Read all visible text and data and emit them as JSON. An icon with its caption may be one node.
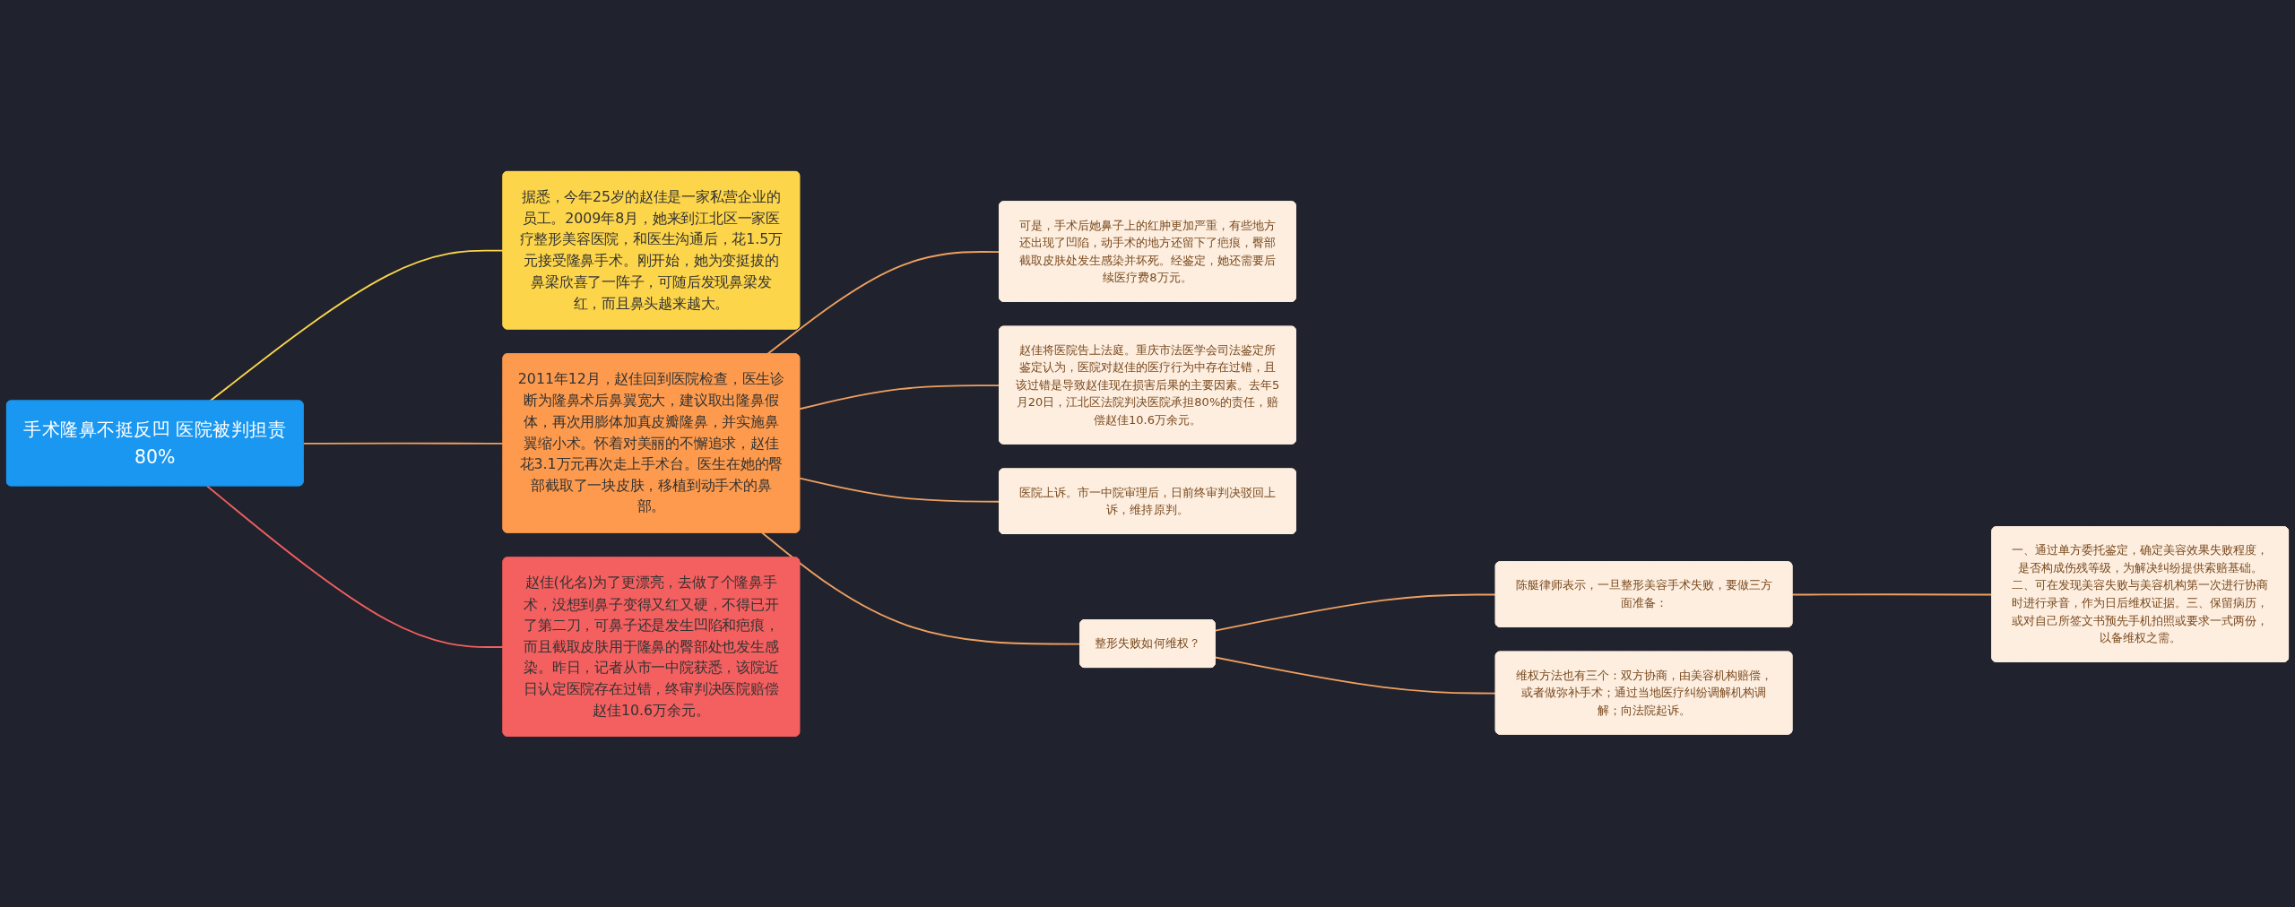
{
  "diagram": {
    "nodes": [
      {
        "text": [
          "手术隆鼻不挺反凹 医院被判担责80%"
        ]
      },
      {
        "text": [
          "据悉，今年25岁的赵佳是一家私营企业的员工。2009年8月，她来到江北区一家医疗整形美容医院，和医生沟通后，花1.5万元接受隆鼻手术。刚开始，她为变挺拔的鼻梁欣喜了一阵子，可随后发现鼻梁发红，而且鼻头越来越大。"
        ]
      },
      {
        "text": [
          "赵佳(化名)为了更漂亮，去做了个隆鼻手术，没想到鼻子变得又红又硬，不得已开了第二刀，可鼻子还是发生凹陷和疤痕，而且截取皮肤用于隆鼻的臀部处也发生感染。昨日，记者从市一中院获悉，该院近日认定医院存在过错，终审判决医院赔偿赵佳10.6万余元。"
        ]
      },
      {
        "text": [
          "2011年12月，赵佳回到医院检查，医生诊断为隆鼻术后鼻翼宽大，建议取出隆鼻假体，再次用膨体加真皮瓣隆鼻，并实施鼻翼缩小术。怀着对美丽的不懈追求，赵佳花3.1万元再次走上手术台。医生在她的臀部截取了一块皮肤，移植到动手术的鼻部。"
        ]
      },
      {
        "text": [
          "可是，手术后她鼻子上的红肿更加严重，有些地方还出现了凹陷，动手术的地方还留下了疤痕，臀部截取皮肤处发生感染并坏死。经鉴定，她还需要后续医疗费8万元。"
        ]
      },
      {
        "text": [
          "赵佳将医院告上法庭。重庆市法医学会司法鉴定所鉴定认为，医院对赵佳的医疗行为中存在过错，且该过错是导致赵佳现在损害后果的主要因素。去年5月20日，江北区法院判决医院承担80%的责任，赔偿赵佳10.6万余元。"
        ]
      },
      {
        "text": [
          "医院上诉。市一中院审理后，日前终审判决驳回上诉，维持原判。"
        ]
      },
      {
        "text": [
          "整形失败如何维权？"
        ]
      },
      {
        "text": [
          "陈艇律师表示，一旦整形美容手术失败，要做三方面准备："
        ]
      },
      {
        "text": [
          "一、通过单方委托鉴定，确定美容效果失败程度，是否构成伤残等级，为解决纠纷提供索赔基础。二、可在发现美容失败与美容机构第一次进行协商时进行录音，作为日后维权证据。三、保留病历，或对自己所签文书预先手机拍照或要求一式两份，以备维权之需。"
        ]
      },
      {
        "text": [
          "维权方法也有三个：双方协商，由美容机构赔偿，或者做弥补手术；通过当地医疗纠纷调解机构调解；向法院起诉。"
        ]
      }
    ],
    "edges": [
      {
        "from": 0,
        "to": 1,
        "arrow": "none",
        "color": "#fdd54a"
      },
      {
        "from": 0,
        "to": 2,
        "arrow": "none",
        "color": "#f45f5f"
      },
      {
        "from": 0,
        "to": 3,
        "arrow": "none"
      },
      {
        "from": 3,
        "to": 4,
        "arrow": "none"
      },
      {
        "from": 3,
        "to": 5,
        "arrow": "none"
      },
      {
        "from": 3,
        "to": 6,
        "arrow": "none"
      },
      {
        "from": 3,
        "to": 7,
        "arrow": "none"
      },
      {
        "from": 7,
        "to": 8,
        "arrow": "none"
      },
      {
        "from": 8,
        "to": 9,
        "arrow": "none"
      },
      {
        "from": 7,
        "to": 10,
        "arrow": "none"
      }
    ]
  }
}
